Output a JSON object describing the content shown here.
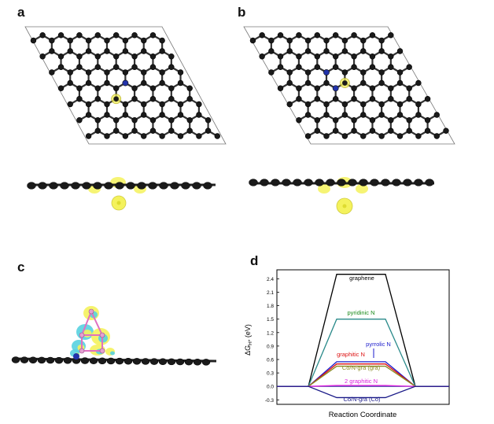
{
  "panels": {
    "a": "a",
    "b": "b",
    "c": "c",
    "d": "d"
  },
  "colors": {
    "carbon": "#1a1a1a",
    "nitrogen": "#2233aa",
    "isosurface_yellow": "#f4f25c",
    "isosurface_cyan": "#58d2e0",
    "cell_outline": "#777777"
  },
  "chart_data": {
    "type": "line",
    "xlabel": "Reaction Coordinate",
    "ylabel": "ΔG H* (eV)",
    "ylabel_parts": {
      "pre": "ΔG",
      "sub": "H*",
      "post": " (eV)"
    },
    "ylim": [
      -0.4,
      2.6
    ],
    "yticks": [
      -0.3,
      0.0,
      0.3,
      0.6,
      0.9,
      1.2,
      1.5,
      1.8,
      2.1,
      2.4
    ],
    "ytick_labels": [
      "-0.3",
      "0.0",
      "0.3",
      "0.6",
      "0.9",
      "1.2",
      "1.5",
      "1.8",
      "2.1",
      "2.4"
    ],
    "x_stages": [
      0,
      1,
      2,
      3
    ],
    "series": [
      {
        "name": "graphene",
        "values": [
          0,
          2.5,
          2.5,
          0
        ],
        "color": "#000000"
      },
      {
        "name": "pyridinic N",
        "values": [
          0,
          1.5,
          1.5,
          0
        ],
        "color": "#2a8a8a",
        "label_color": "#1a8a1a"
      },
      {
        "name": "pyrrolic N",
        "values": [
          0,
          0.55,
          0.55,
          0
        ],
        "color": "#1a1acc"
      },
      {
        "name": "graphitic N",
        "values": [
          0,
          0.5,
          0.5,
          0
        ],
        "color": "#dd1111"
      },
      {
        "name": "Co/N-gra (gra)",
        "values": [
          0,
          0.45,
          0.45,
          0
        ],
        "color": "#8a8a22"
      },
      {
        "name": "2 graphitic N",
        "values": [
          0,
          0.02,
          0.02,
          0
        ],
        "color": "#dd22dd"
      },
      {
        "name": "Co/N-gra (Co)",
        "values": [
          0,
          -0.25,
          -0.25,
          0
        ],
        "color": "#1a1a88"
      }
    ]
  }
}
